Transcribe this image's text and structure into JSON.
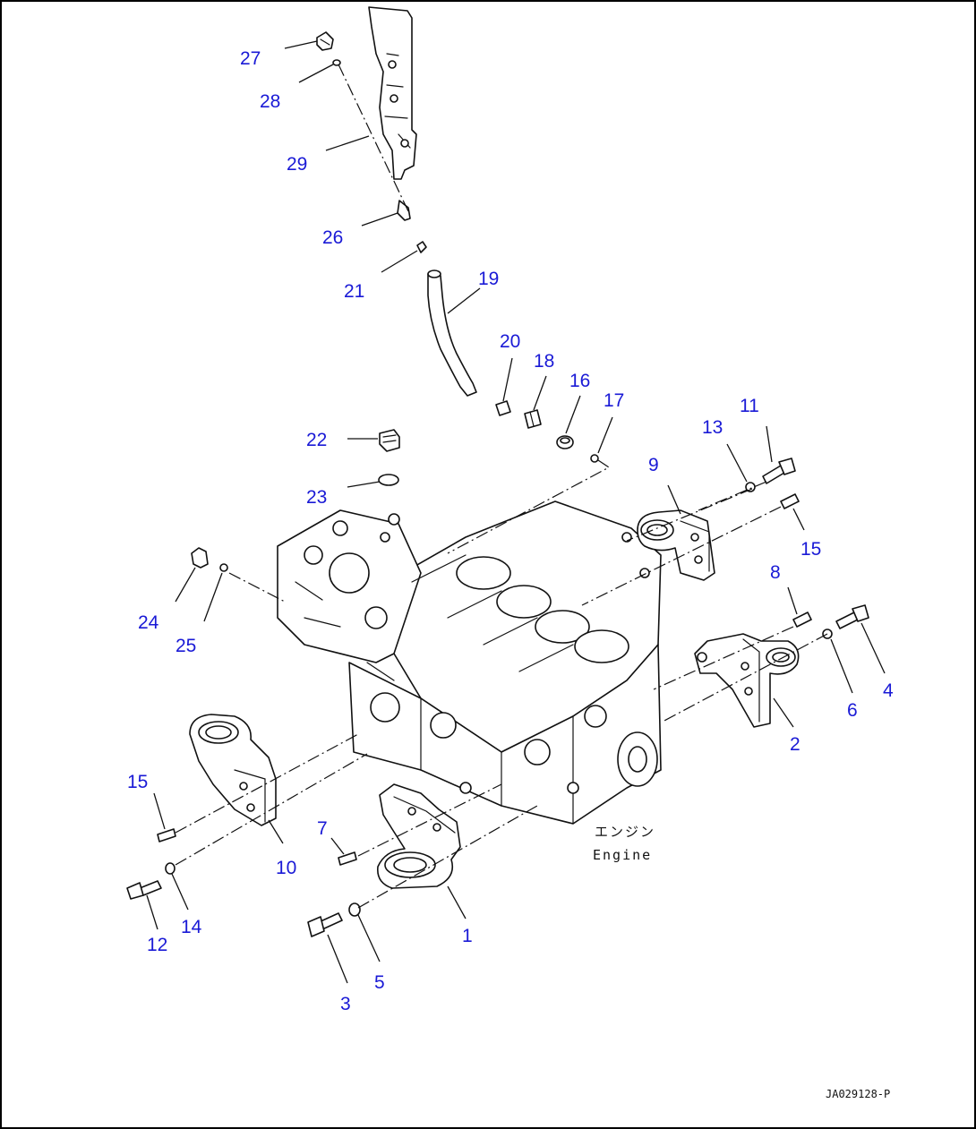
{
  "engine_label": {
    "jp": "エンジン",
    "en": "Engine"
  },
  "drawing_code": "JA029128-P",
  "callouts": [
    "27",
    "28",
    "29",
    "26",
    "21",
    "19",
    "20",
    "18",
    "16",
    "17",
    "22",
    "23",
    "13",
    "11",
    "9",
    "15",
    "8",
    "24",
    "25",
    "4",
    "6",
    "2",
    "15",
    "10",
    "7",
    "14",
    "12",
    "5",
    "3",
    "1"
  ]
}
